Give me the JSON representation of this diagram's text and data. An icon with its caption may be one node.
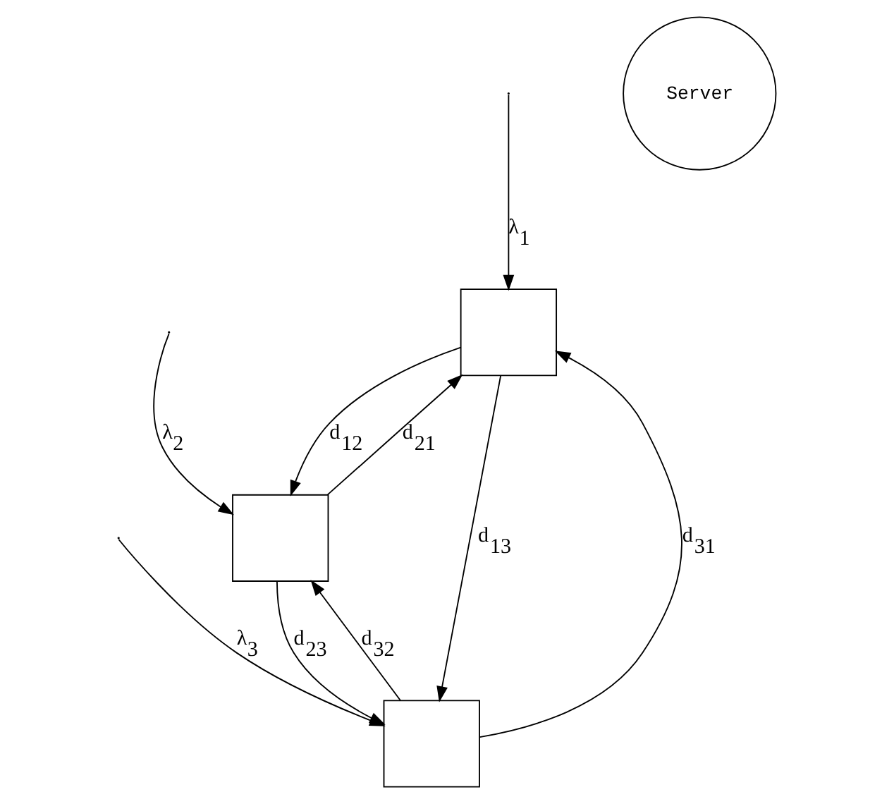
{
  "diagram": {
    "nodes": [
      {
        "text": [],
        "shape": "box"
      },
      {
        "text": [],
        "shape": "box"
      },
      {
        "text": [],
        "shape": "box"
      },
      {
        "text": [
          "Server"
        ]
      }
    ],
    "edges": [
      {
        "from": null,
        "to": 1,
        "arrow": "to",
        "label": "λ$_{2}$"
      },
      {
        "from": null,
        "to": 0,
        "arrow": "to",
        "label": "λ$_{1}$"
      },
      {
        "from": null,
        "to": 2,
        "arrow": "to",
        "label": "λ$_{3}$"
      },
      {
        "from": 1,
        "to": 0,
        "arrow": "to",
        "label": "d$_{21}$"
      },
      {
        "from": 0,
        "to": 1,
        "arrow": "to",
        "label": "d$_{12}$"
      },
      {
        "from": 2,
        "to": 1,
        "arrow": "to",
        "label": "d$_{32}$"
      },
      {
        "from": 1,
        "to": 2,
        "arrow": "to",
        "label": "d$_{23}$"
      },
      {
        "from": 2,
        "to": 0,
        "arrow": "to",
        "label": "d$_{31}$"
      },
      {
        "from": 0,
        "to": 2,
        "arrow": "to",
        "label": "d$_{13}$"
      }
    ]
  }
}
